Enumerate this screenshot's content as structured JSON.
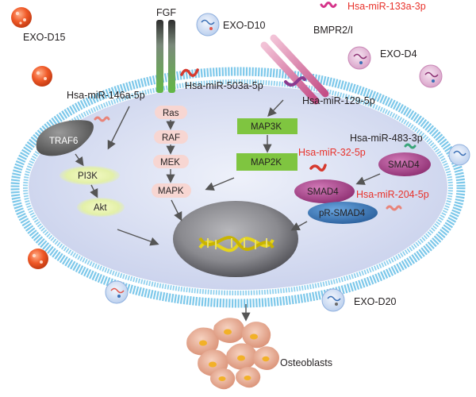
{
  "colors": {
    "cytoplasm": "#dfe4f3",
    "membrane": "#6fc3e6",
    "nucleus": "#7c7c80",
    "mirna_red": "#e8322b",
    "mapk_box": "#7fc540",
    "smad": "#b0458f",
    "psmad": "#3b7fc4",
    "ras_pill": "#f7d6d2",
    "pi3k_glow": "#e3f0a8",
    "exo_orange": "#f05a28",
    "exo_blue": "#c9d6ef",
    "exo_pink": "#e6b7d8",
    "osteoblast": "#f1c0a8"
  },
  "exosomes": {
    "d15": "EXO-D15",
    "d10": "EXO-D10",
    "d4": "EXO-D4",
    "d20": "EXO-D20"
  },
  "receptors": {
    "fgf": "FGF",
    "bmpr": "BMPR2/Ⅰ"
  },
  "mirnas": {
    "m133a": "Hsa-miR-133a-3p",
    "m503a": "Hsa-miR-503a-5p",
    "m146a": "Hsa-miR-146a-5p",
    "m129": "Hsa-miR-129-5p",
    "m483": "Hsa-miR-483-3p",
    "m32": "Hsa-miR-32-5p",
    "m204": "Hsa-miR-204-5p"
  },
  "nodes": {
    "traf6": "TRAF6",
    "pi3k": "PI3K",
    "akt": "Akt",
    "ras": "Ras",
    "raf": "RAF",
    "mek": "MEK",
    "mapk": "MAPK",
    "map3k": "MAP3K",
    "map2k": "MAP2K",
    "smad4_a": "SMAD4",
    "smad4_b": "SMAD4",
    "psmad4": "pR-SMAD4"
  },
  "output": {
    "osteoblasts": "Osteoblasts"
  },
  "icons": [
    "exosome-icon",
    "mirna-strand-icon",
    "dna-helix-icon",
    "osteoblast-cell-icon"
  ]
}
